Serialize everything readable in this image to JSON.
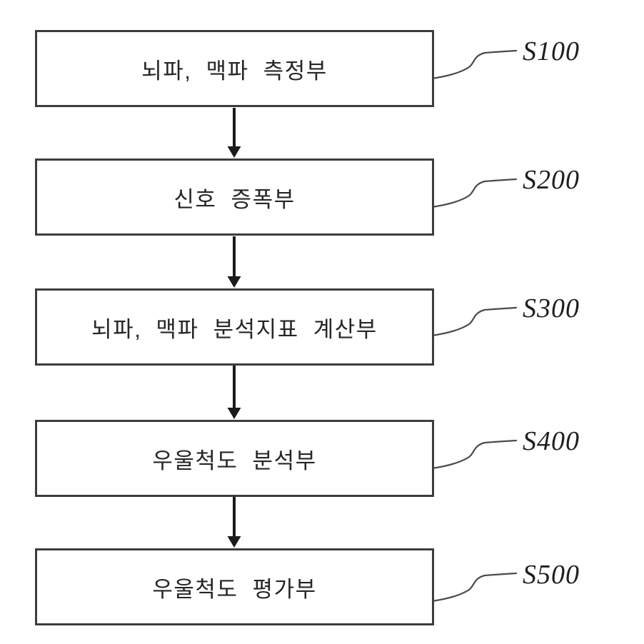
{
  "diagram": {
    "type": "flowchart",
    "boxes": [
      {
        "label": "뇌파, 맥파 측정부",
        "step": "S100"
      },
      {
        "label": "신호 증폭부",
        "step": "S200"
      },
      {
        "label": "뇌파, 맥파 분석지표 계산부",
        "step": "S300"
      },
      {
        "label": "우울척도 분석부",
        "step": "S400"
      },
      {
        "label": "우울척도 평가부",
        "step": "S500"
      }
    ],
    "flow": [
      "S100",
      "S200",
      "S300",
      "S400",
      "S500"
    ],
    "colors": {
      "background": "#ffffff",
      "box_border": "#3d3d3d",
      "box_text": "#262626",
      "arrow": "#1b1b1b",
      "connector": "#4a4a4a",
      "step_text": "#1f1f1f"
    }
  }
}
